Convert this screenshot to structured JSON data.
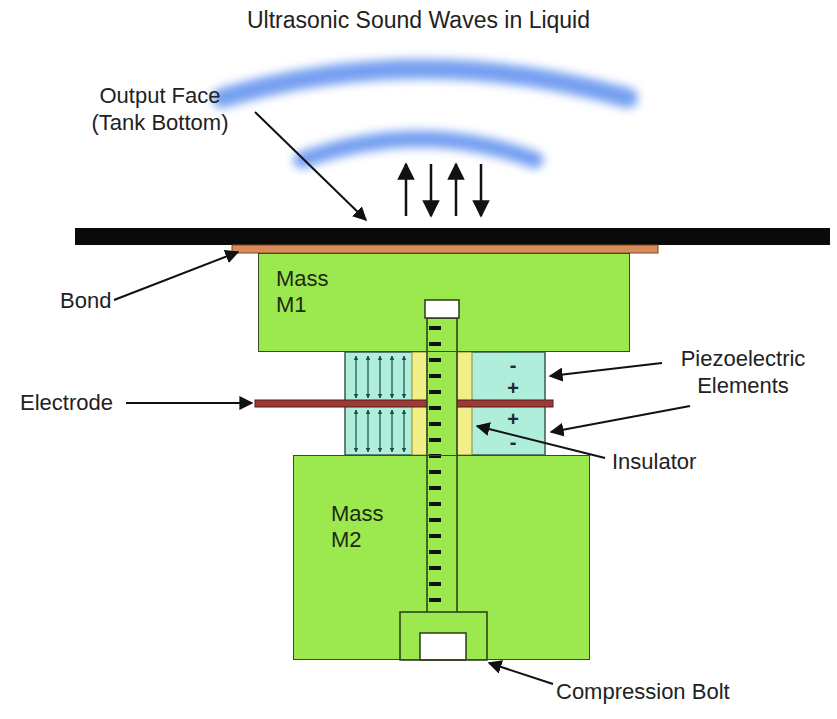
{
  "diagram": {
    "title": "Ultrasonic Sound Waves in Liquid",
    "nodes": [
      {
        "text": [
          "Mass M1"
        ]
      },
      {
        "text": [
          "Mass M2"
        ]
      }
    ],
    "labels": [
      "Output Face (Tank Bottom)",
      "Bond",
      "Electrode",
      "Piezoelectric Elements",
      "Insulator",
      "Compression Bolt",
      "-",
      "+",
      "+",
      "-"
    ]
  }
}
